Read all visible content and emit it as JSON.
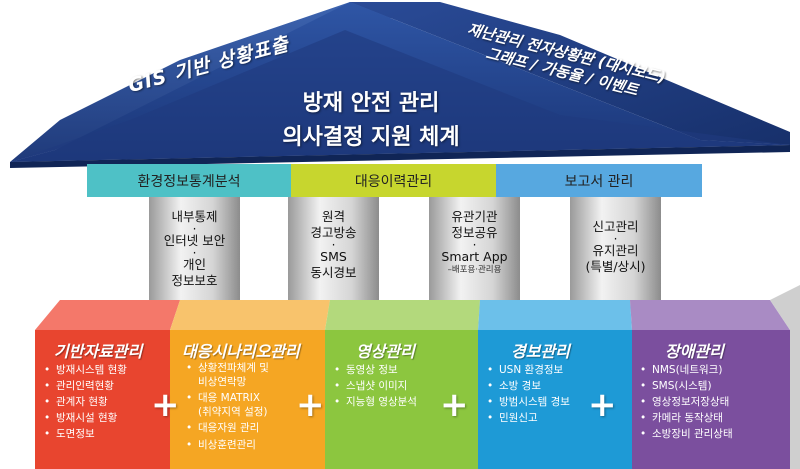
{
  "roof": {
    "left_text": "GIS 기반 상황표출",
    "right_line1": "재난관리 전자상황판 (대시보드)",
    "right_line2": "그래프 / 가동율 / 이벤트",
    "title_line1": "방재 안전 관리",
    "title_line2": "의사결정 지원 체계",
    "left_color": "#2a4b8d",
    "right_color": "#1c3a78"
  },
  "bands": [
    {
      "label": "환경정보통계분석",
      "color": "#4ec1c6"
    },
    {
      "label": "대응이력관리",
      "color": "#c7d62e"
    },
    {
      "label": "보고서 관리",
      "color": "#57a8e0"
    }
  ],
  "pillars": [
    {
      "line1": "내부통제",
      "dot1": "·",
      "line2": "인터넷 보안",
      "dot2": "·",
      "line3": "개인",
      "line4": "정보보호"
    },
    {
      "line1": "원격",
      "line2": "경고방송",
      "dot1": "·",
      "line3": "SMS",
      "line4": "동시경보"
    },
    {
      "line1": "유관기관",
      "line2": "정보공유",
      "dot1": "·",
      "line3": "Smart App",
      "note": "–배포용·관리용"
    },
    {
      "line1": "신고관리",
      "dot1": "·",
      "line2": "유지관리",
      "line3": "(특별/상시)"
    }
  ],
  "columns": [
    {
      "title": "기반자료관리",
      "color": "#e8452f",
      "items": [
        "방재시스템 현황",
        "관리인력현황",
        "관계자 현황",
        "방재시설 현황",
        "도면정보"
      ]
    },
    {
      "title": "대응시나리오관리",
      "color": "#f5a623",
      "items": [
        "상황전파체계 및",
        "비상연락망",
        "대응 MATRIX",
        "(취약지역 설정)",
        "대응자원 관리",
        "비상훈련관리"
      ]
    },
    {
      "title": "영상관리",
      "color": "#8cc63f",
      "items": [
        "동영상 정보",
        "스냅샷 이미지",
        "지능형 영상분석"
      ]
    },
    {
      "title": "경보관리",
      "color": "#1e9ad6",
      "items": [
        "USN 환경정보",
        "소방 경보",
        "방범시스템 경보",
        "민원신고"
      ]
    },
    {
      "title": "장애관리",
      "color": "#7b4f9e",
      "items": [
        "NMS(네트워크)",
        "SMS(시스템)",
        "영상정보저장상태",
        "카메라 동작상태",
        "소방장비 관리상태"
      ]
    }
  ],
  "plus_symbol": "+"
}
